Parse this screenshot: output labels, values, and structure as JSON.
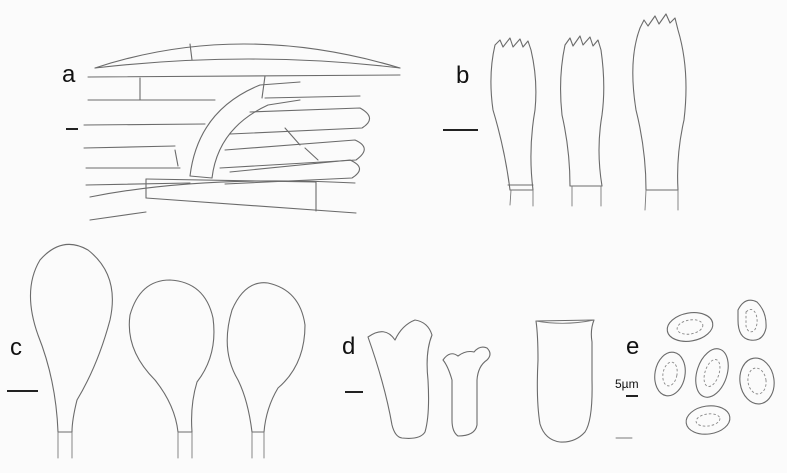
{
  "panels": {
    "a": {
      "label": "a"
    },
    "b": {
      "label": "b"
    },
    "c": {
      "label": "c"
    },
    "d": {
      "label": "d"
    },
    "e": {
      "label": "e"
    }
  },
  "scale_bar_text": "5µm",
  "colors": {
    "ink": "#6b6b6b",
    "label": "#111111",
    "background": "#ffffff"
  }
}
